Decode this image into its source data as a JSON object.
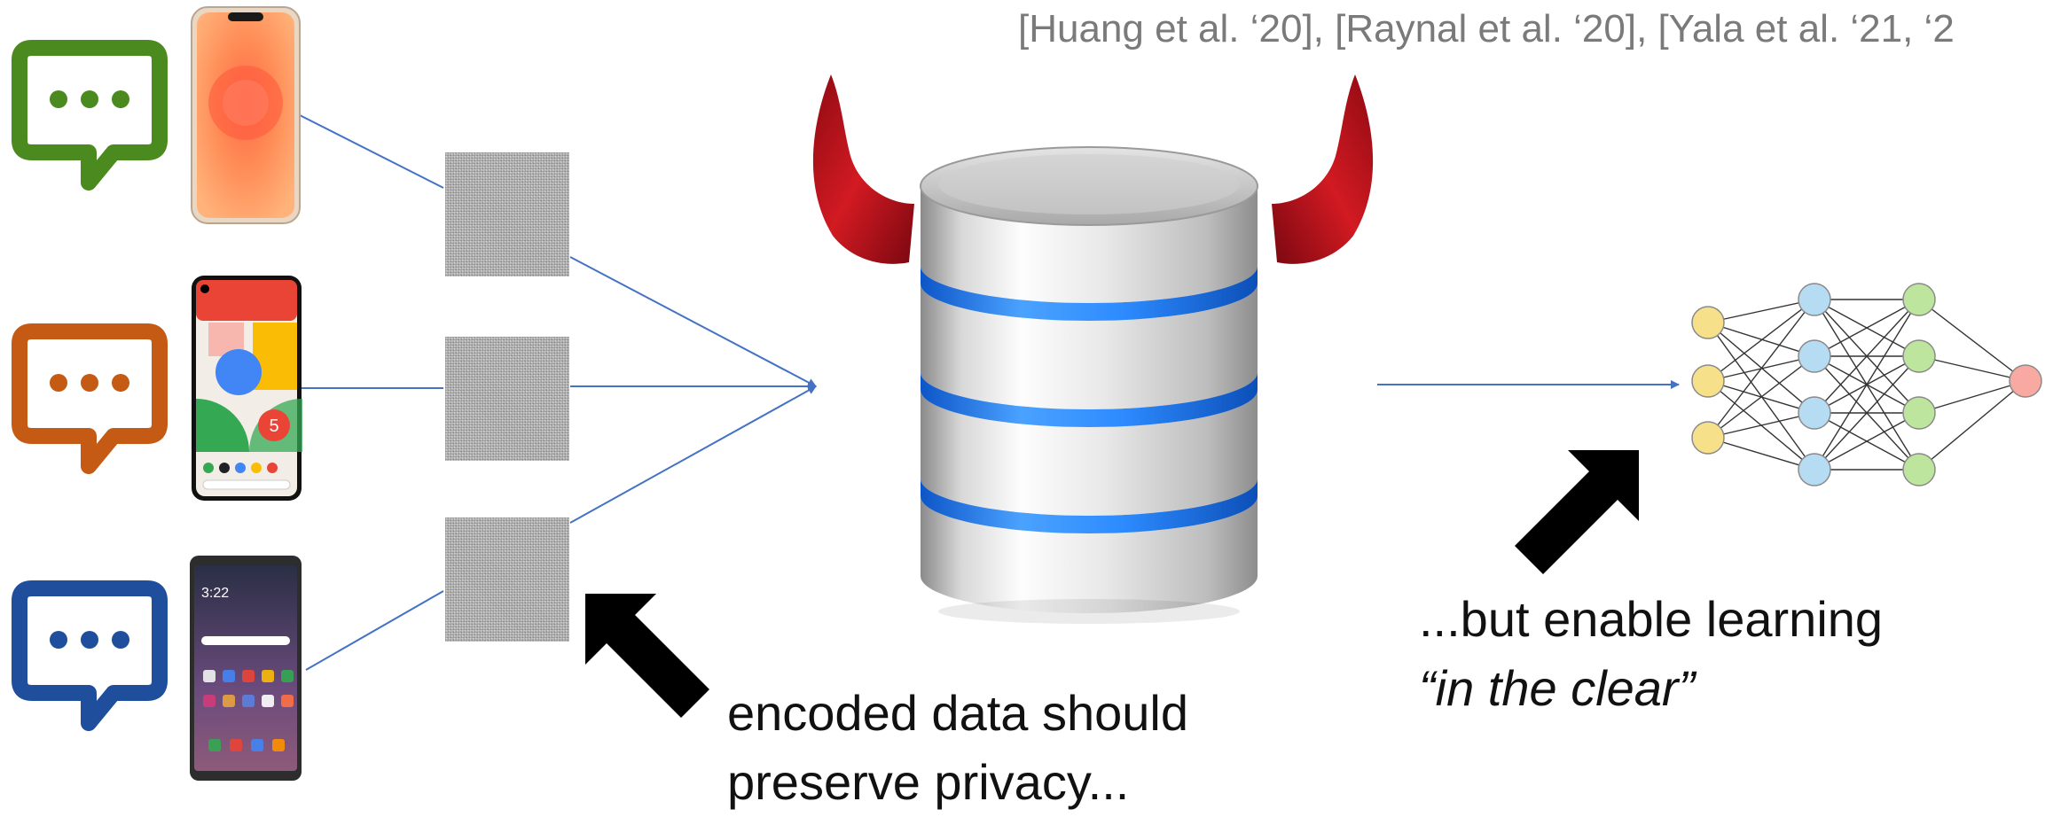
{
  "citation": "[Huang et al. ‘20], [Raynal et al. ‘20], [Yala et al. ‘21, ‘2",
  "captions": {
    "privacy_line1": "encoded data should",
    "privacy_line2": "preserve privacy...",
    "learning_line1": "...but enable learning",
    "learning_line2": "“in the clear”"
  },
  "phones": [
    {
      "name": "iphone",
      "bubble_color": "#4a8a1e"
    },
    {
      "name": "pixel",
      "bubble_color": "#c45a14",
      "clock_badge": "5"
    },
    {
      "name": "lg-phone",
      "bubble_color": "#1e4e9c",
      "status_time": "3:22"
    }
  ],
  "colors": {
    "connector": "#4472c4",
    "horn": "#c0141c",
    "database_ring": "#2d8bff",
    "arrow": "#000000",
    "nn_input": "#f6e08a",
    "nn_hidden1": "#b6dcf4",
    "nn_hidden2": "#bde59e",
    "nn_output": "#f7a9a2"
  },
  "icons": [
    "chat-bubble-icon",
    "database-icon",
    "devil-horn-icon",
    "neural-network-icon",
    "bold-arrow-icon",
    "noise-image-icon"
  ]
}
